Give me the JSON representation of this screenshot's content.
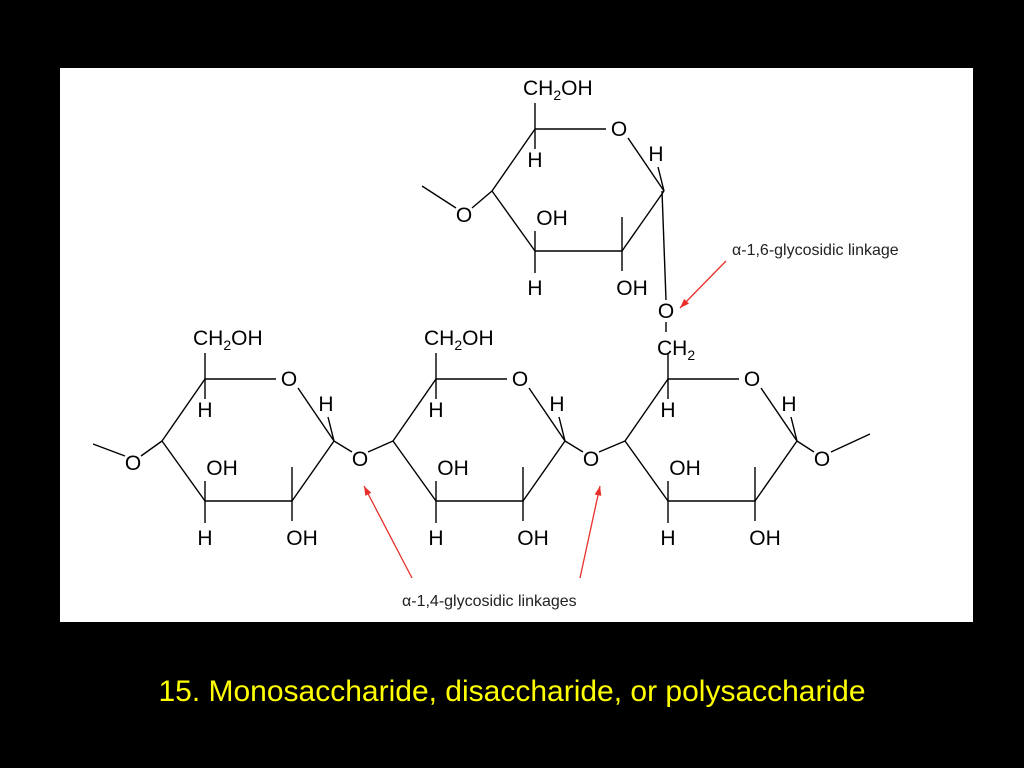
{
  "diagram": {
    "labels": {
      "ch2oh": "CH",
      "ch2oh_sub": "2",
      "ch2oh_tail": "OH",
      "ch2": "CH",
      "ch2_sub": "2",
      "o": "O",
      "h": "H",
      "oh": "OH"
    },
    "annotations": {
      "alpha16": "-1,6-glycosidic linkage",
      "alpha14": "-1,4-glycosidic linkages",
      "alpha_symbol": "α"
    },
    "colors": {
      "background": "#000000",
      "panel": "#ffffff",
      "arrow": "#e8302b",
      "caption": "#ffff00"
    }
  },
  "caption": "15. Monosaccharide, disaccharide, or polysaccharide"
}
